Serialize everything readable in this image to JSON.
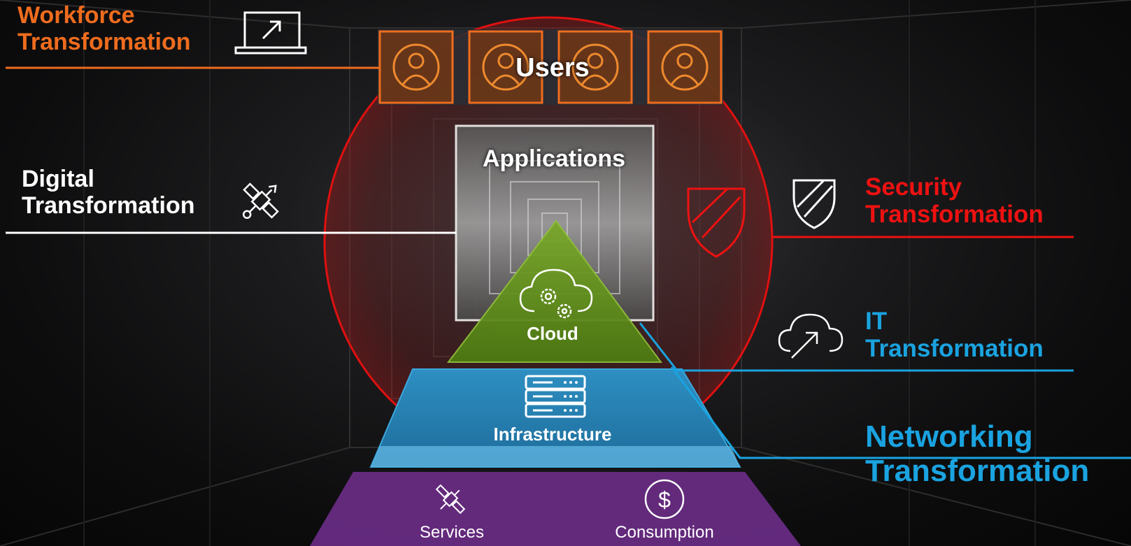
{
  "labels": {
    "workforce": [
      "Workforce",
      "Transformation"
    ],
    "digital": [
      "Digital",
      "Transformation"
    ],
    "security": [
      "Security",
      "Transformation"
    ],
    "it": [
      "IT",
      "Transformation"
    ],
    "networking": [
      "Networking",
      "Transformation"
    ]
  },
  "layers": {
    "users": "Users",
    "applications": "Applications",
    "cloud": "Cloud",
    "infrastructure": "Infrastructure",
    "services": "Services",
    "consumption": "Consumption"
  },
  "icons": {
    "workforce": "laptop-arrow-icon",
    "digital": "satellite-icon",
    "security": "shield-icon",
    "it": "cloud-arrow-icon",
    "users": "user-icon",
    "cloud": "cloud-gears-icon",
    "infrastructure": "server-stack-icon",
    "services": "satellite-icon",
    "consumption": "dollar-icon"
  },
  "colors": {
    "workforce": "#ee6c1e",
    "digital": "#ffffff",
    "security": "#ee1111",
    "it": "#1aa3e0",
    "networking": "#1aa3e0",
    "cloud": "#5f8a1a",
    "infrastructure": "#2a86b8",
    "services": "#6a2d86"
  }
}
